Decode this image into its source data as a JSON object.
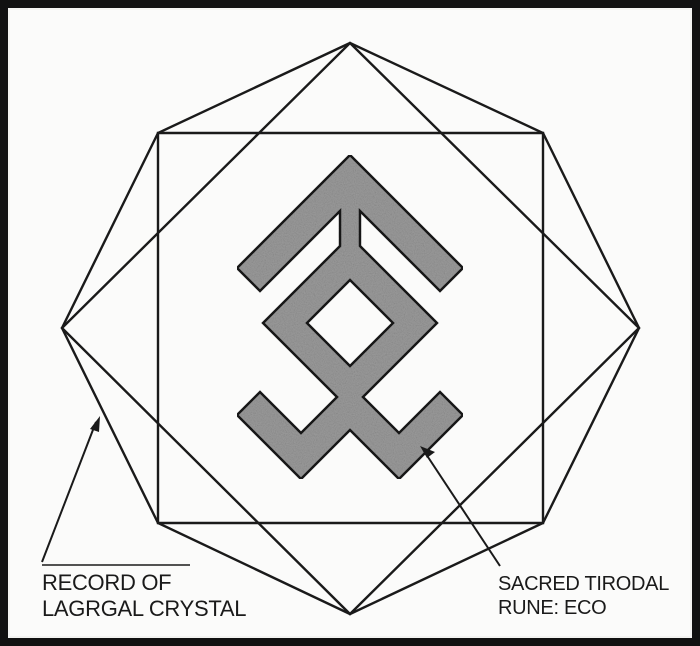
{
  "labels": {
    "left": {
      "line1": "RECORD OF",
      "line2": "LAGRGAL CRYSTAL"
    },
    "right": {
      "line1": "SACRED TIRODAL",
      "line2": "RUNE: ECO"
    }
  },
  "colors": {
    "ink": "#1a1a1a",
    "rune_fill": "#9a9a9a",
    "frame": "#111111",
    "paper": "#fbfbfa"
  }
}
